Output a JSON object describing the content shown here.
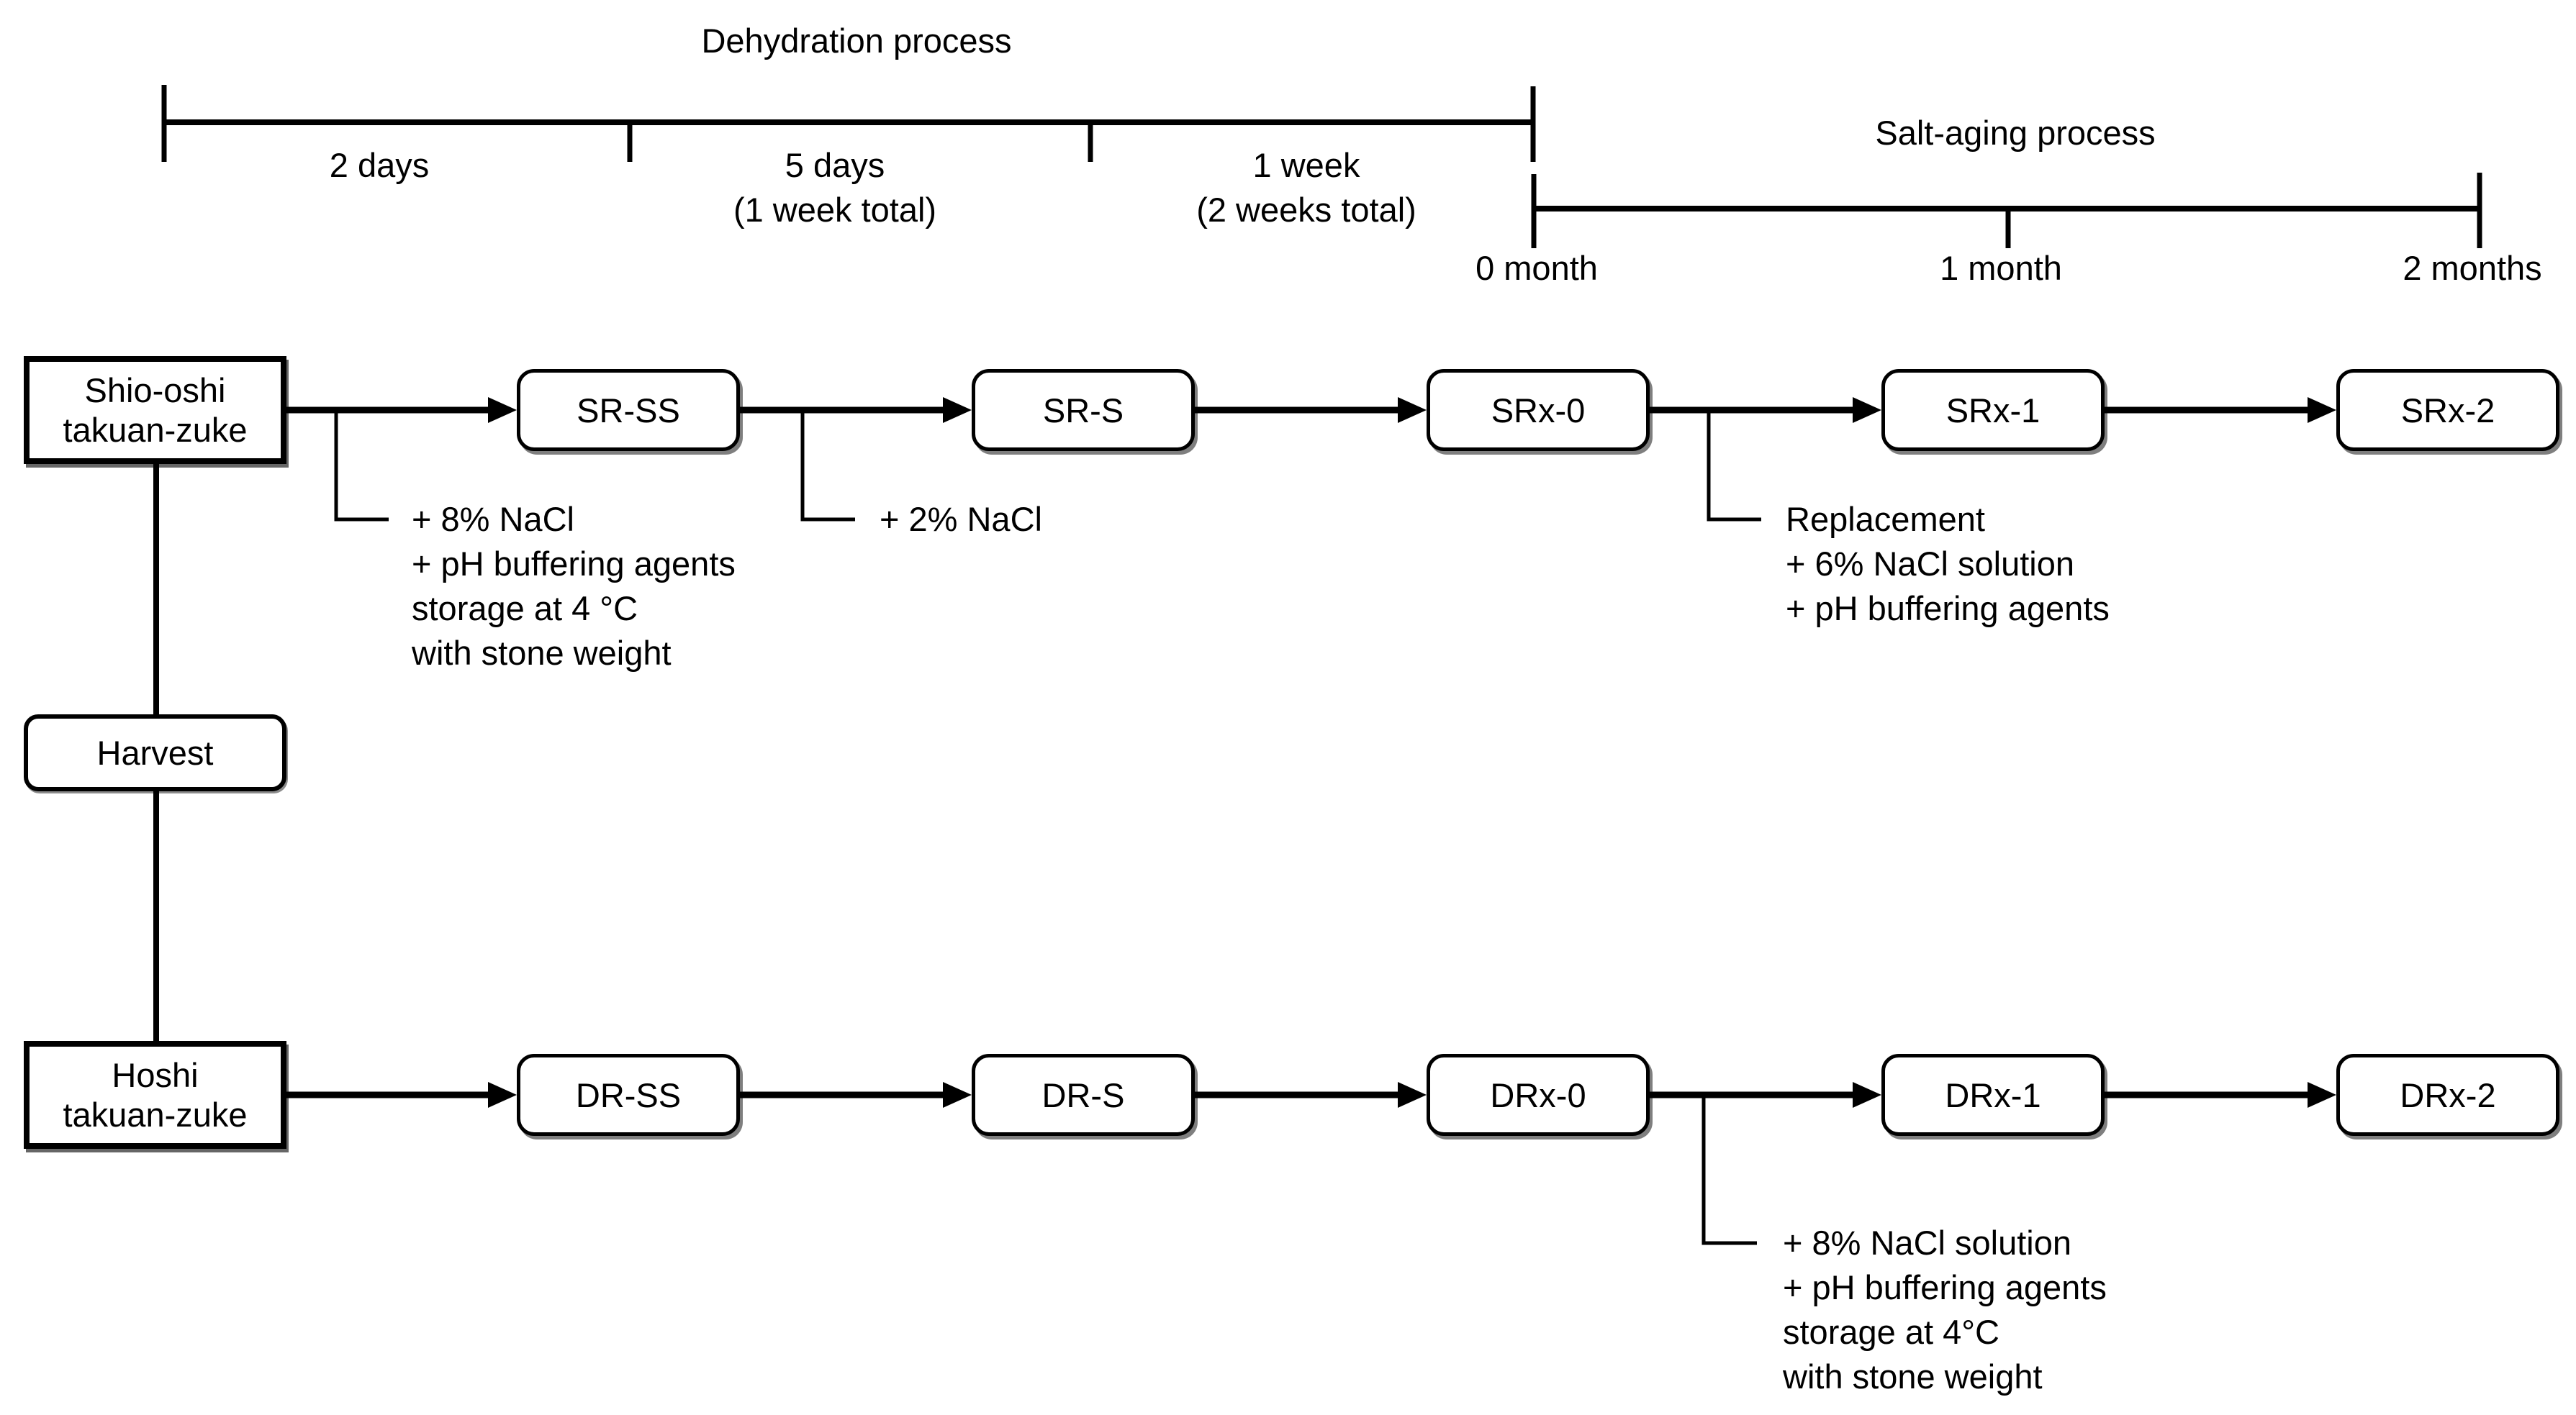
{
  "page": {
    "background": "#ffffff",
    "ink": "#000000"
  },
  "timelines": {
    "dehydration": {
      "title": "Dehydration process",
      "intervals": [
        {
          "label": "2 days",
          "sublabel": ""
        },
        {
          "label": "5 days",
          "sublabel": "(1 week total)"
        },
        {
          "label": "1 week",
          "sublabel": "(2 weeks total)"
        }
      ]
    },
    "salt_aging": {
      "title": "Salt-aging process",
      "ticks": [
        "0 month",
        "1 month",
        "2 months"
      ]
    }
  },
  "nodes": {
    "shio_oshi": {
      "line1": "Shio-oshi",
      "line2": "takuan-zuke"
    },
    "harvest": "Harvest",
    "hoshi": {
      "line1": "Hoshi",
      "line2": "takuan-zuke"
    },
    "sr_stages": [
      "SR-SS",
      "SR-S",
      "SRx-0",
      "SRx-1",
      "SRx-2"
    ],
    "dr_stages": [
      "DR-SS",
      "DR-S",
      "DRx-0",
      "DRx-1",
      "DRx-2"
    ]
  },
  "annotations": {
    "sr_start": [
      "+ 8% NaCl",
      "+ pH buffering agents",
      "storage at 4 °C",
      "with stone weight"
    ],
    "sr_salt": "+ 2% NaCl",
    "sr_replacement": [
      "Replacement",
      "+ 6% NaCl solution",
      "+ pH buffering agents"
    ],
    "dr_fill": [
      "+ 8% NaCl solution",
      "+ pH buffering agents",
      "storage at 4°C",
      "with stone weight"
    ]
  }
}
